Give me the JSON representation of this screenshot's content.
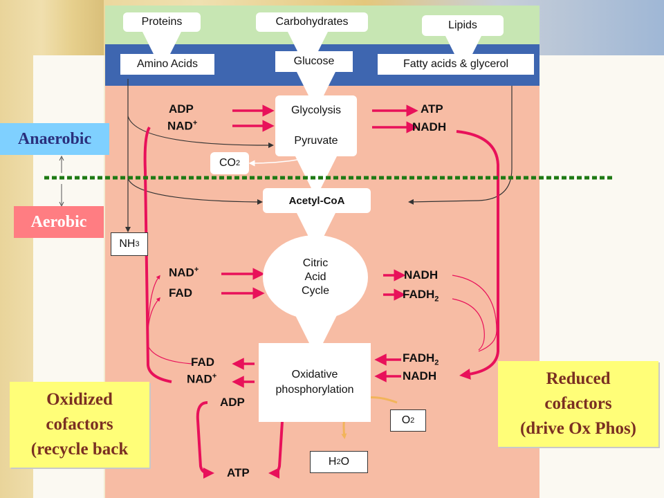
{
  "inputs": {
    "proteins": "Proteins",
    "carbohydrates": "Carbohydrates",
    "lipids": "Lipids"
  },
  "monomers": {
    "amino_acids": "Amino Acids",
    "glucose": "Glucose",
    "fatty_acids": "Fatty acids & glycerol"
  },
  "glycolysis": {
    "box_title": "Glycolysis",
    "box_product": "Pyruvate",
    "in_adp": "ADP",
    "in_nad": "NAD",
    "in_nad_sup": "+",
    "out_atp": "ATP",
    "out_nadh": "NADH"
  },
  "co2": {
    "text": "CO",
    "sub": "2"
  },
  "acetyl": "Acetyl-CoA",
  "nh3": {
    "text": "NH",
    "sub": "3"
  },
  "citric": {
    "line1": "Citric",
    "line2": "Acid",
    "line3": "Cycle",
    "in_nad": "NAD",
    "in_nad_sup": "+",
    "in_fad": "FAD",
    "out_nadh": "NADH",
    "out_fadh": "FADH",
    "out_fadh_sub": "2"
  },
  "oxphos": {
    "line1": "Oxidative",
    "line2": "phosphorylation",
    "out_fad": "FAD",
    "out_nad": "NAD",
    "out_nad_sup": "+",
    "in_fadh": "FADH",
    "in_fadh_sub": "2",
    "in_nadh": "NADH",
    "adp": "ADP",
    "atp": "ATP"
  },
  "o2": {
    "text": "O",
    "sub": "2"
  },
  "h2o": {
    "pre": "H",
    "sub": "2",
    "post": "O"
  },
  "tags": {
    "anaerobic": "Anaerobic",
    "aerobic": "Aerobic"
  },
  "notes": {
    "oxidized": [
      "Oxidized",
      "cofactors",
      "(recycle back"
    ],
    "reduced": [
      "Reduced",
      "cofactors",
      "(drive Ox Phos)"
    ]
  },
  "colors": {
    "arrow_pink": "#e8115a",
    "arrow_white": "#ffffff",
    "divider_green": "#1e7a14",
    "tag_anaerobic_bg": "#7fd0ff",
    "tag_anaerobic_text": "#2a2f7c",
    "tag_aerobic_bg": "#ff7d82",
    "tag_aerobic_text": "#ffffff",
    "note_bg": "#fffe78",
    "note_text": "#7a2f22",
    "o2_arrow": "#f2b45a"
  }
}
